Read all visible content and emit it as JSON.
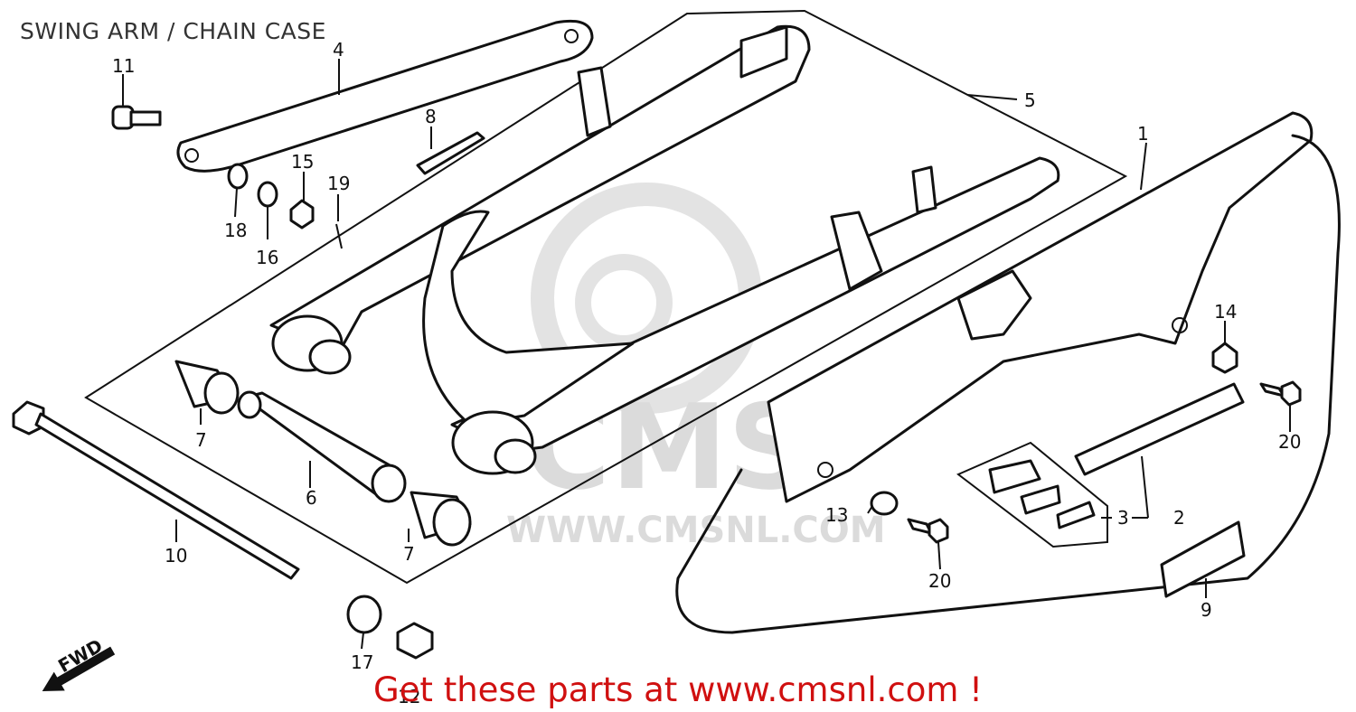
{
  "title": "SWING ARM / CHAIN CASE",
  "promo_text": "Get these parts at www.cmsnl.com !",
  "watermark": {
    "brand": "CMS",
    "url": "WWW.CMSNL.COM"
  },
  "fwd_label": "FWD",
  "callouts": [
    {
      "id": "1",
      "label": "1"
    },
    {
      "id": "2",
      "label": "2"
    },
    {
      "id": "3",
      "label": "3"
    },
    {
      "id": "4",
      "label": "4"
    },
    {
      "id": "5",
      "label": "5"
    },
    {
      "id": "6",
      "label": "6"
    },
    {
      "id": "7a",
      "label": "7"
    },
    {
      "id": "7b",
      "label": "7"
    },
    {
      "id": "8",
      "label": "8"
    },
    {
      "id": "9",
      "label": "9"
    },
    {
      "id": "10",
      "label": "10"
    },
    {
      "id": "11",
      "label": "11"
    },
    {
      "id": "12",
      "label": "12"
    },
    {
      "id": "13",
      "label": "13"
    },
    {
      "id": "14",
      "label": "14"
    },
    {
      "id": "15",
      "label": "15"
    },
    {
      "id": "16",
      "label": "16"
    },
    {
      "id": "17",
      "label": "17"
    },
    {
      "id": "18",
      "label": "18"
    },
    {
      "id": "19",
      "label": "19"
    },
    {
      "id": "20a",
      "label": "20"
    },
    {
      "id": "20b",
      "label": "20"
    }
  ]
}
